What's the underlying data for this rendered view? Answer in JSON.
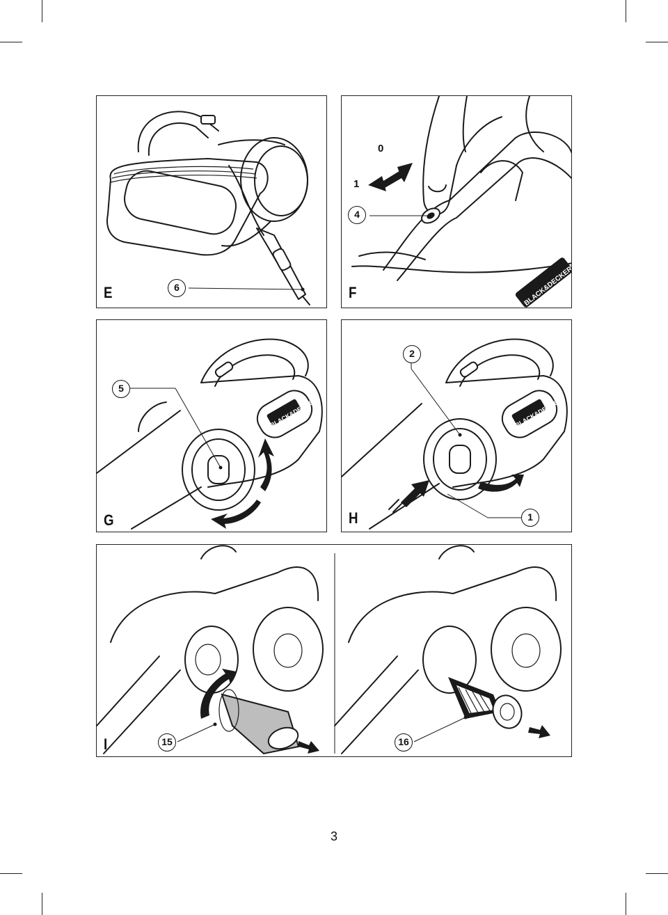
{
  "panels": {
    "E": {
      "letter": "E",
      "callouts": [
        "6"
      ]
    },
    "F": {
      "letter": "F",
      "callouts": [
        "4"
      ],
      "labels": [
        "0",
        "1"
      ],
      "brand": "BLACK&DECKER"
    },
    "G": {
      "letter": "G",
      "callouts": [
        "5"
      ],
      "brand": "BLACK&DECKER"
    },
    "H": {
      "letter": "H",
      "callouts": [
        "2",
        "1"
      ],
      "brand": "BLACK&DECKER"
    },
    "I": {
      "letter": "I",
      "callouts": [
        "15",
        "16"
      ]
    }
  },
  "page_number": "3"
}
